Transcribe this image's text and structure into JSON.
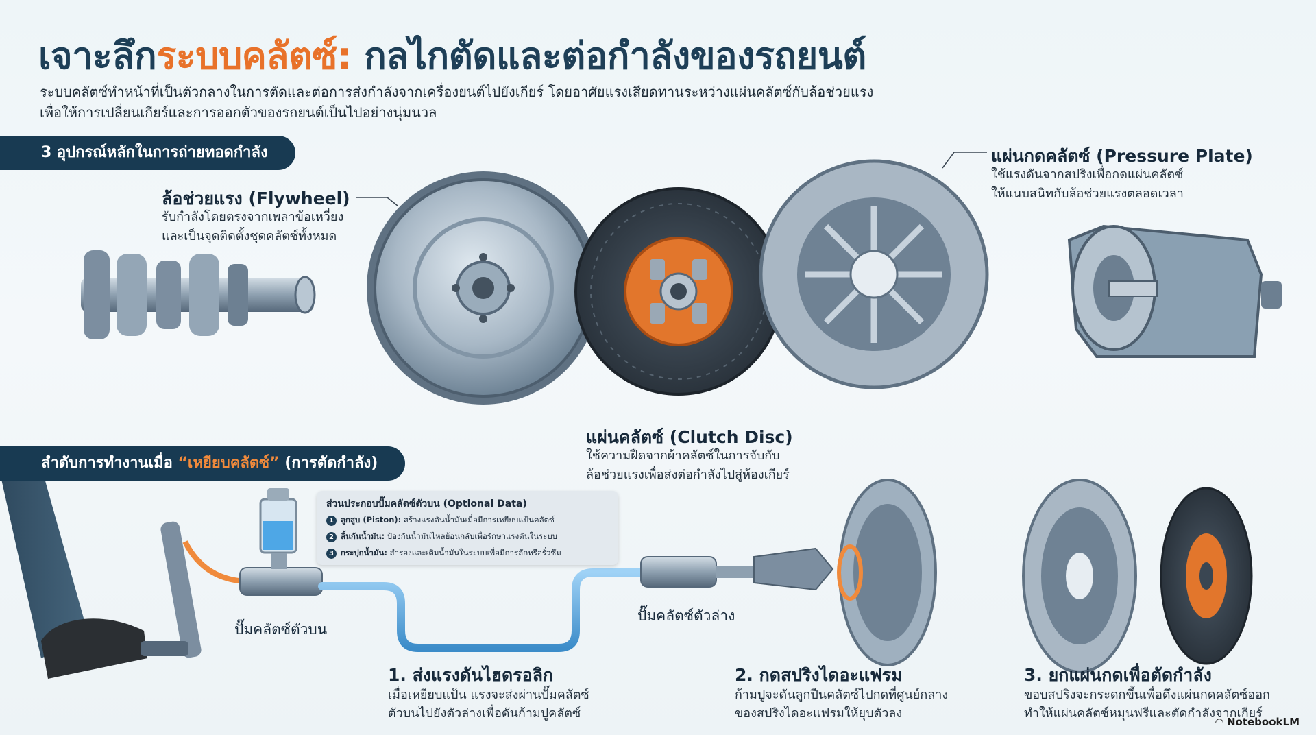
{
  "header": {
    "title_part1": "เจาะลึก",
    "title_accent": "ระบบคลัตซ์:",
    "title_part2": " กลไกตัดและต่อกำลังของรถยนต์",
    "subtitle_line1": "ระบบคลัตซ์ทำหน้าที่เป็นตัวกลางในการตัดและต่อการส่งกำลังจากเครื่องยนต์ไปยังเกียร์ โดยอาศัยแรงเสียดทานระหว่างแผ่นคลัตซ์กับล้อช่วยแรง",
    "subtitle_line2": "เพื่อให้การเปลี่ยนเกียร์และการออกตัวของรถยนต์เป็นไปอย่างนุ่มนวล"
  },
  "section_components": {
    "banner": "3 อุปกรณ์หลักในการถ่ายทอดกำลัง",
    "flywheel": {
      "title": "ล้อช่วยแรง (Flywheel)",
      "desc_line1": "รับกำลังโดยตรงจากเพลาข้อเหวี่ยง",
      "desc_line2": "และเป็นจุดติดตั้งชุดคลัตซ์ทั้งหมด"
    },
    "pressure_plate": {
      "title": "แผ่นกดคลัตซ์ (Pressure Plate)",
      "desc_line1": "ใช้แรงดันจากสปริงเพื่อกดแผ่นคลัตซ์",
      "desc_line2": "ให้แนบสนิทกับล้อช่วยแรงตลอดเวลา"
    },
    "clutch_disc": {
      "title": "แผ่นคลัตซ์ (Clutch Disc)",
      "desc_line1": "ใช้ความฝืดจากผ้าคลัตซ์ในการจับกับ",
      "desc_line2": "ล้อช่วยแรงเพื่อส่งต่อกำลังไปสู่ห้องเกียร์"
    }
  },
  "section_sequence": {
    "banner_prefix": "ลำดับการทำงานเมื่อ ",
    "banner_quote": "“เหยียบคลัตซ์”",
    "banner_suffix": " (การตัดกำลัง)",
    "optional_box": {
      "title": "ส่วนประกอบปั๊มคลัตซ์ตัวบน (Optional Data)",
      "items": [
        {
          "num": "1",
          "name": "ลูกสูบ (Piston):",
          "text": " สร้างแรงดันน้ำมันเมื่อมีการเหยียบแป้นคลัตซ์"
        },
        {
          "num": "2",
          "name": "ลิ้นกันน้ำมัน:",
          "text": " ป้องกันน้ำมันไหลย้อนกลับเพื่อรักษาแรงดันในระบบ"
        },
        {
          "num": "3",
          "name": "กระปุกน้ำมัน:",
          "text": " สำรองและเติมน้ำมันในระบบเพื่อมีการลักหรือรั่วซึม"
        }
      ]
    },
    "master_cylinder_label": "ปั๊มคลัตซ์ตัวบน",
    "slave_cylinder_label": "ปั๊มคลัตซ์ตัวล่าง",
    "steps": [
      {
        "title": "1. ส่งแรงดันไฮดรอลิก",
        "line1": "เมื่อเหยียบแป้น แรงจะส่งผ่านปั๊มคลัตซ์",
        "line2": "ตัวบนไปยังตัวล่างเพื่อดันก้ามปูคลัตซ์"
      },
      {
        "title": "2. กดสปริงไดอะแฟรม",
        "line1": "ก้ามปูจะดันลูกปืนคลัตซ์ไปกดที่ศูนย์กลาง",
        "line2": "ของสปริงไดอะแฟรมให้ยุบตัวลง"
      },
      {
        "title": "3. ยกแผ่นกดเพื่อตัดกำลัง",
        "line1": "ขอบสปริงจะกระดกขึ้นเพื่อดึงแผ่นกดคลัตซ์ออก",
        "line2": "ทำให้แผ่นคลัตซ์หมุนฟรีและตัดกำลังจากเกียร์"
      }
    ]
  },
  "branding": {
    "name": "NotebookLM"
  },
  "colors": {
    "navy": "#183a52",
    "accent": "#e8722a",
    "steel": "#8fa3b4",
    "fluid": "#5aa9e6"
  }
}
